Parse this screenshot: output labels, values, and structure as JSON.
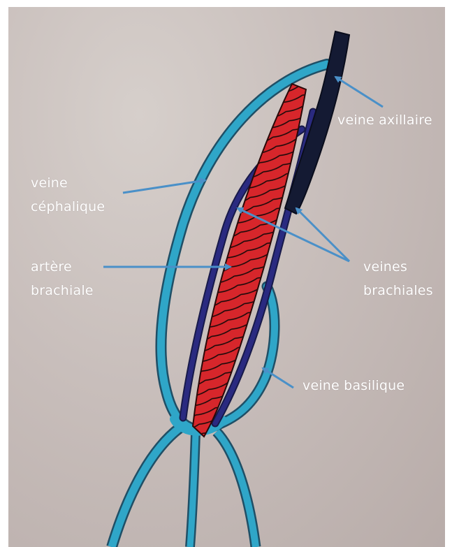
{
  "labels": {
    "veine_axillaire": "veine axillaire",
    "veine_cephalique_line1": "veine",
    "veine_cephalique_line2": "céphalique",
    "artere_brachiale_line1": "artère",
    "artere_brachiale_line2": "brachiale",
    "veines_brachiales_line1": "veines",
    "veines_brachiales_line2": "brachiales",
    "veine_basilique": "veine basilique"
  },
  "colors": {
    "paper": "#c8bebb",
    "light_blue_vein": "#2fa6c8",
    "dark_blue_vein": "#23246a",
    "axillary_vein": "#141a33",
    "artery_red": "#d7262b",
    "arrow_blue": "#4a90c8",
    "label_text": "#ffffff"
  }
}
